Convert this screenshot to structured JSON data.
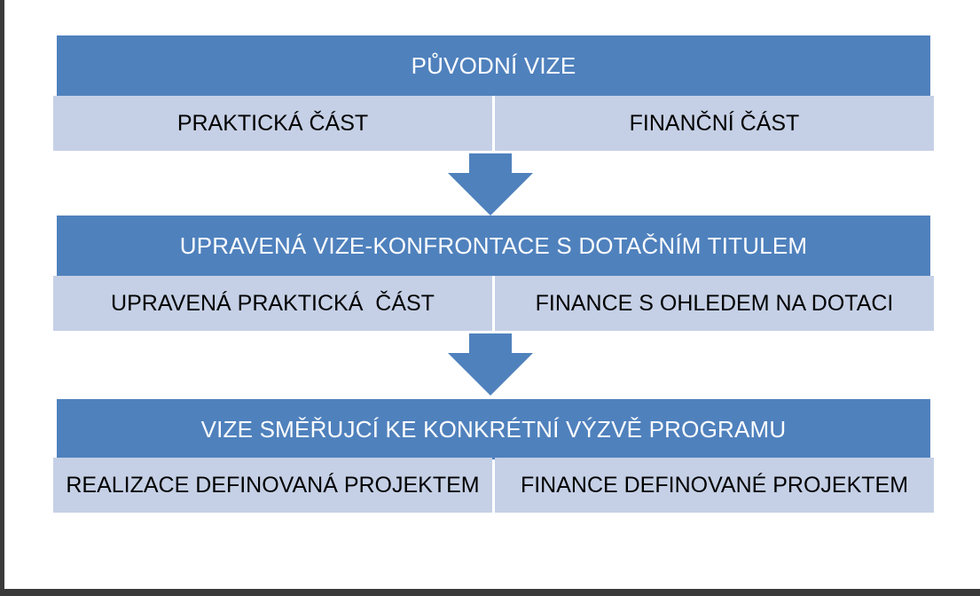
{
  "sections": [
    {
      "title": "PŮVODNÍ VIZE",
      "left": "PRAKTICKÁ ČÁST",
      "right": "FINANČNÍ ČÁST"
    },
    {
      "title": "UPRAVENÁ VIZE-KONFRONTACE S DOTAČNÍM TITULEM",
      "left": "UPRAVENÁ PRAKTICKÁ  ČÁST",
      "right": "FINANCE S OHLEDEM NA DOTACI"
    },
    {
      "title": "VIZE SMĚŘUJCÍ KE KONKRÉTNÍ VÝZVĚ PROGRAMU",
      "left": "REALIZACE DEFINOVANÁ PROJEKTEM",
      "right": "FINANCE DEFINOVANÉ PROJEKTEM"
    }
  ],
  "colors": {
    "header_fill": "#4f81bd",
    "cell_fill": "#c5d0e6",
    "arrow_fill": "#4f81bd"
  }
}
